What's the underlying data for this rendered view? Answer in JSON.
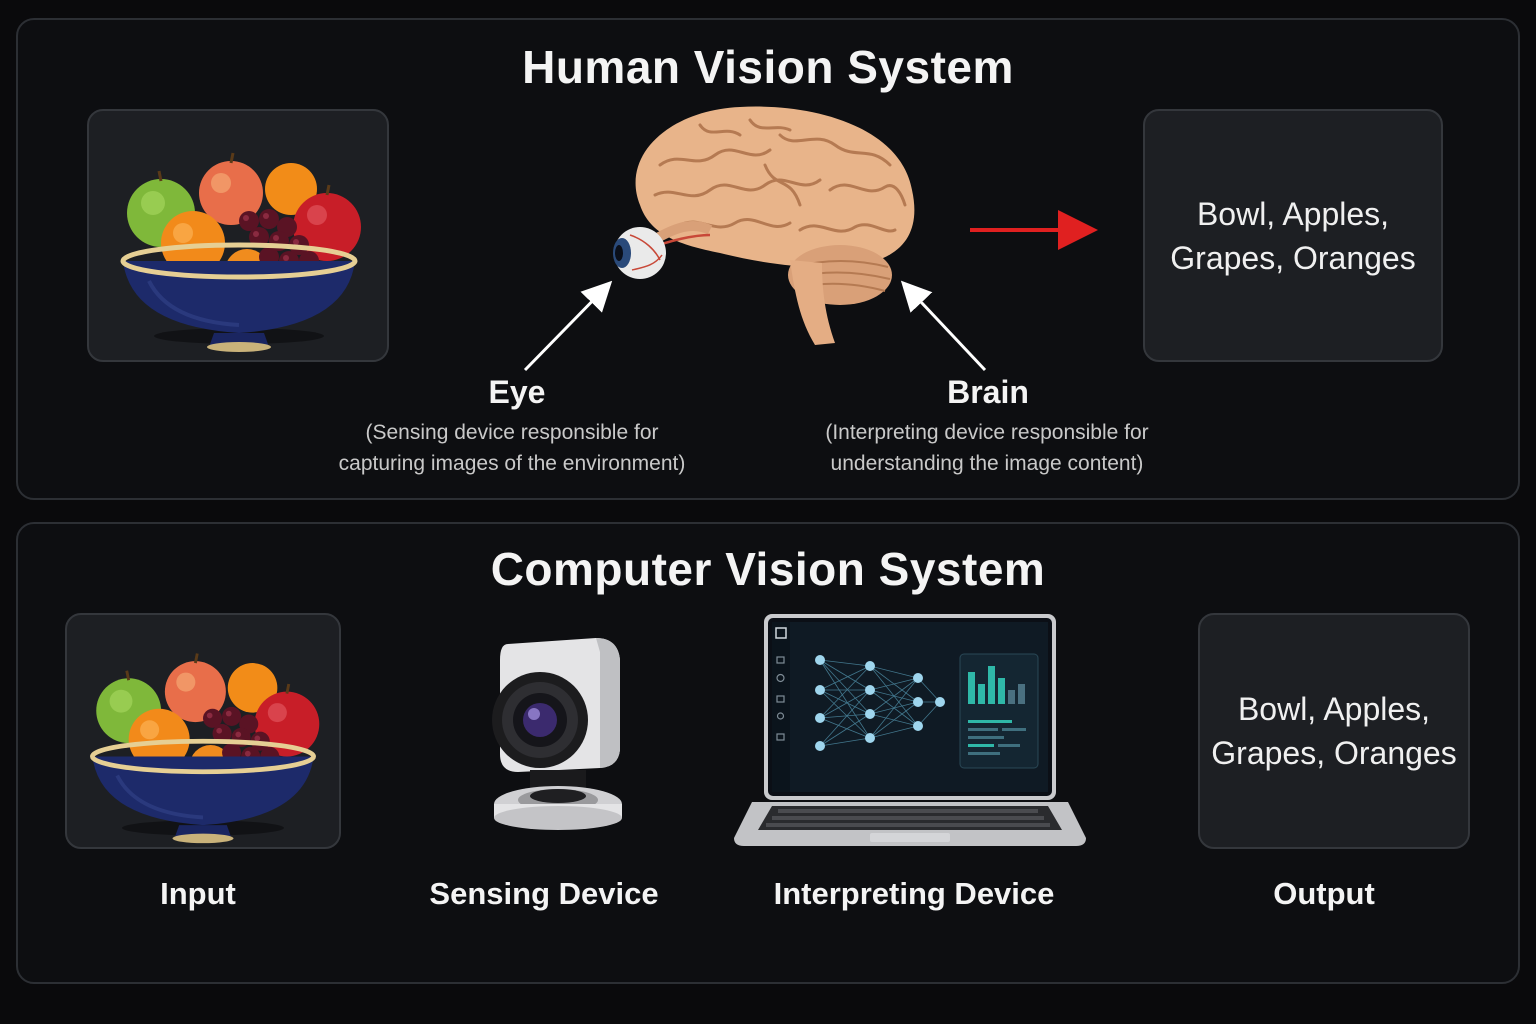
{
  "human_panel": {
    "title": "Human Vision System",
    "eye": {
      "label": "Eye",
      "description_line1": "(Sensing device responsible for",
      "description_line2": "capturing images of the environment)"
    },
    "brain": {
      "label": "Brain",
      "description_line1": "(Interpreting device responsible for",
      "description_line2": "understanding the image content)"
    },
    "output": {
      "line1": "Bowl, Apples,",
      "line2": "Grapes, Oranges"
    }
  },
  "computer_panel": {
    "title": "Computer Vision System",
    "input_label": "Input",
    "sensing_label": "Sensing Device",
    "interpreting_label": "Interpreting Device",
    "output_label": "Output",
    "output": {
      "line1": "Bowl, Apples,",
      "line2": "Grapes, Oranges"
    }
  },
  "colors": {
    "background": "#0a0a0c",
    "panel_border": "#2c2f34",
    "card": "#1d1f23",
    "arrow_white": "#ffffff",
    "arrow_red": "#e02020"
  },
  "icons": [
    "fruit-bowl-icon",
    "brain-icon",
    "eye-icon",
    "camera-icon",
    "laptop-icon",
    "neural-network-icon",
    "arrow-icon"
  ]
}
